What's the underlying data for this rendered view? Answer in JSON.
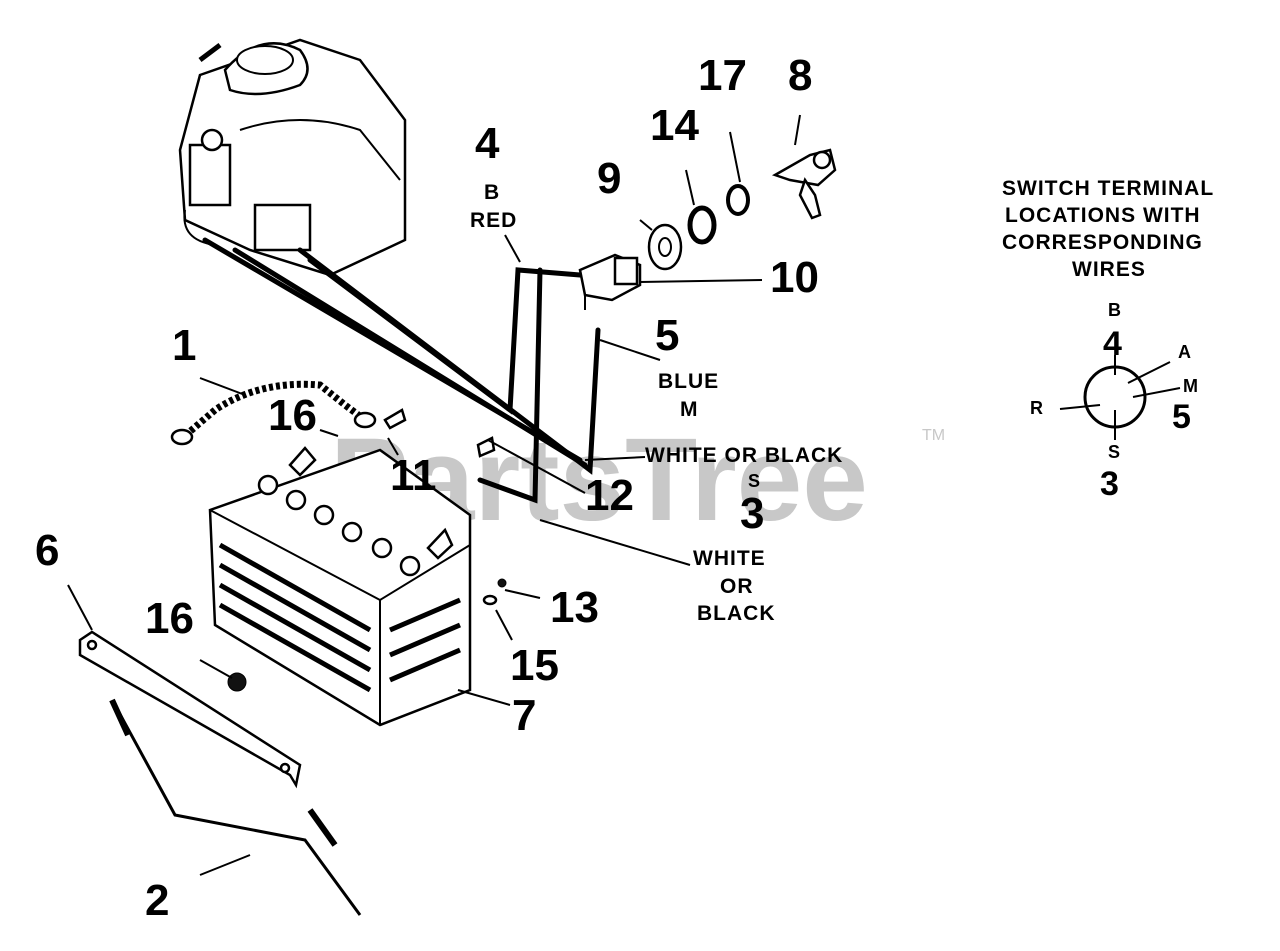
{
  "watermark": {
    "text": "PartsTree",
    "tm": "TM"
  },
  "callouts": {
    "n1": "1",
    "n2": "2",
    "n3": "3",
    "n4": "4",
    "n5": "5",
    "n6": "6",
    "n7": "7",
    "n8": "8",
    "n9": "9",
    "n10": "10",
    "n11": "11",
    "n12": "12",
    "n13": "13",
    "n14": "14",
    "n15": "15",
    "n16a": "16",
    "n16b": "16",
    "n17": "17"
  },
  "wire_labels": {
    "b_red_1": "B",
    "b_red_2": "RED",
    "blue_1": "BLUE",
    "blue_2": "M",
    "white_black_s_1": "WHITE OR BLACK",
    "white_black_s_2": "S",
    "white_black_1": "WHITE",
    "white_black_2": "OR",
    "white_black_3": "BLACK"
  },
  "switch_legend": {
    "title_1": "SWITCH TERMINAL",
    "title_2": "LOCATIONS WITH",
    "title_3": "CORRESPONDING",
    "title_4": "WIRES",
    "b": "B",
    "b_num": "4",
    "a": "A",
    "m": "M",
    "m_num": "5",
    "r": "R",
    "s": "S",
    "s_num": "3"
  }
}
